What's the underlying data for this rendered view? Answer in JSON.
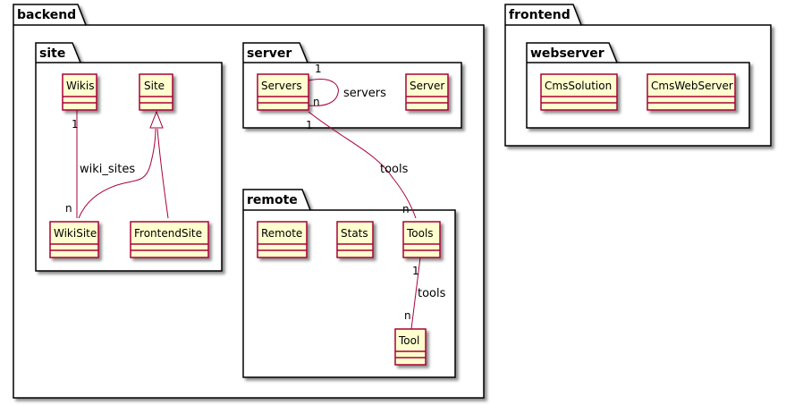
{
  "packages": {
    "backend": "backend",
    "frontend": "frontend",
    "site": "site",
    "server": "server",
    "remote": "remote",
    "webserver": "webserver"
  },
  "classes": {
    "wikis": "Wikis",
    "site": "Site",
    "wikisite": "WikiSite",
    "frontendsite": "FrontendSite",
    "servers": "Servers",
    "server": "Server",
    "remote": "Remote",
    "stats": "Stats",
    "tools": "Tools",
    "tool": "Tool",
    "cmssolution": "CmsSolution",
    "cmswebserver": "CmsWebServer"
  },
  "edges": {
    "wiki_sites": {
      "label": "wiki_sites",
      "from_mult": "1",
      "to_mult": "n"
    },
    "servers_self": {
      "label": "servers",
      "from_mult": "1",
      "to_mult": "n"
    },
    "servers_tools": {
      "label": "tools",
      "from_mult": "1",
      "to_mult": "n"
    },
    "tools_tool": {
      "label": "tools",
      "from_mult": "1",
      "to_mult": "n"
    }
  },
  "colors": {
    "class_fill": "#FEFECE",
    "class_border": "#A80036",
    "edge": "#A80036",
    "package_border": "#000000",
    "shadow": "#B8B8B8"
  }
}
